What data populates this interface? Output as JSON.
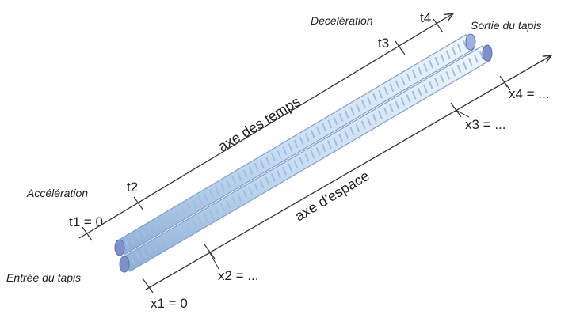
{
  "diagram": {
    "labels": {
      "acceleration": "Accélération",
      "deceleration": "Décélération",
      "entree": "Entrée du tapis",
      "sortie": "Sortie du tapis"
    },
    "axes": {
      "time_axis_title": "axe des temps",
      "space_axis_title": "axe d'espace"
    },
    "time_ticks": {
      "t1": "t1 = 0",
      "t2": "t2",
      "t3": "t3",
      "t4": "t4"
    },
    "space_ticks": {
      "x1": "x1 = 0",
      "x2": "x2 = ...",
      "x3": "x3 = ...",
      "x4": "x4 = ..."
    },
    "colors": {
      "line": "#333333",
      "belt_light": "#dbe9f7",
      "belt_mid": "#a9c8e6",
      "belt_dark": "#7f9fca",
      "belt_end": "#8090c8",
      "slat": "#9fbfe0"
    }
  }
}
